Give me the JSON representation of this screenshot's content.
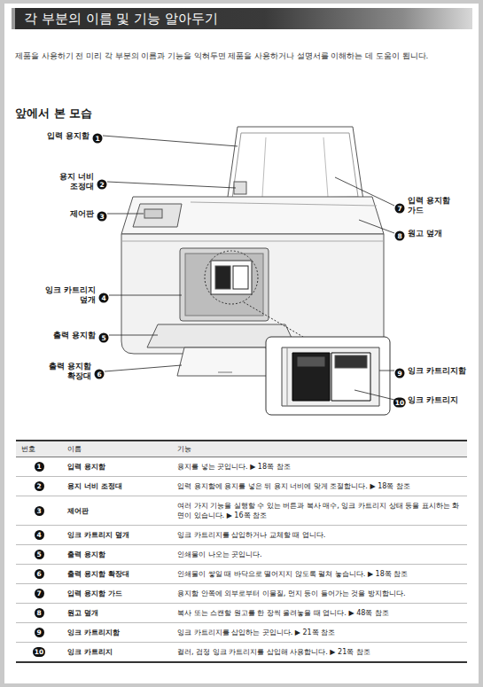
{
  "diagram": {
    "title": "각 부분의 이름 및 기능 알아두기",
    "labels": [
      "제품을 사용하기 전 미리 각 부분의 이름과 기능을 익혀두면 제품을 사용하거나 설명서를 이해하는 데 도움이 됩니다.",
      "앞에서 본 모습",
      "입력 용지함",
      "1",
      "용지 너비 조정대",
      "2",
      "제어판",
      "3",
      "잉크 카트리지 덮개",
      "4",
      "출력 용지함",
      "5",
      "출력 용지함 확장대",
      "6",
      "입력 용지함 가드",
      "7",
      "원고 덮개",
      "8",
      "잉크 카트리지함",
      "9",
      "잉크 카트리지",
      "10",
      "번호",
      "이름",
      "기능",
      "1",
      "입력 용지함",
      "용지를 넣는 곳입니다. ▶ 18쪽 참조",
      "2",
      "용지 너비 조정대",
      "입력 용지함에 용지를 넣은 뒤 용지 너비에 맞게 조절합니다. ▶ 18쪽 참조",
      "3",
      "제어판",
      "여러 가지 기능을 실행할 수 있는 버튼과 복사 매수, 잉크 카트리지 상태 등을 표시하는 화면이 있습니다. ▶ 16쪽 참조",
      "4",
      "잉크 카트리지 덮개",
      "잉크 카트리지를 삽입하거나 교체할 때 엽니다.",
      "5",
      "출력 용지함",
      "인쇄물이 나오는 곳입니다.",
      "6",
      "출력 용지함 확장대",
      "인쇄물이 쌓일 때 바닥으로 떨어지지 않도록 펼쳐 놓습니다. ▶ 18쪽 참조",
      "7",
      "입력 용지함 가드",
      "용지함 안쪽에 외부로부터 이물질, 먼지 등이 들어가는 것을 방지합니다.",
      "8",
      "원고 덮개",
      "복사 또는 스캔할 원고를 한 장씩 올려놓을 때 엽니다. ▶ 48쪽 참조",
      "9",
      "잉크 카트리지함",
      "잉크 카트리지를 삽입하는 곳입니다. ▶ 21쪽 참조",
      "10",
      "잉크 카트리지",
      "컬러, 검정 잉크 카트리지를 삽입해 사용합니다. ▶ 21쪽 참조"
    ]
  }
}
